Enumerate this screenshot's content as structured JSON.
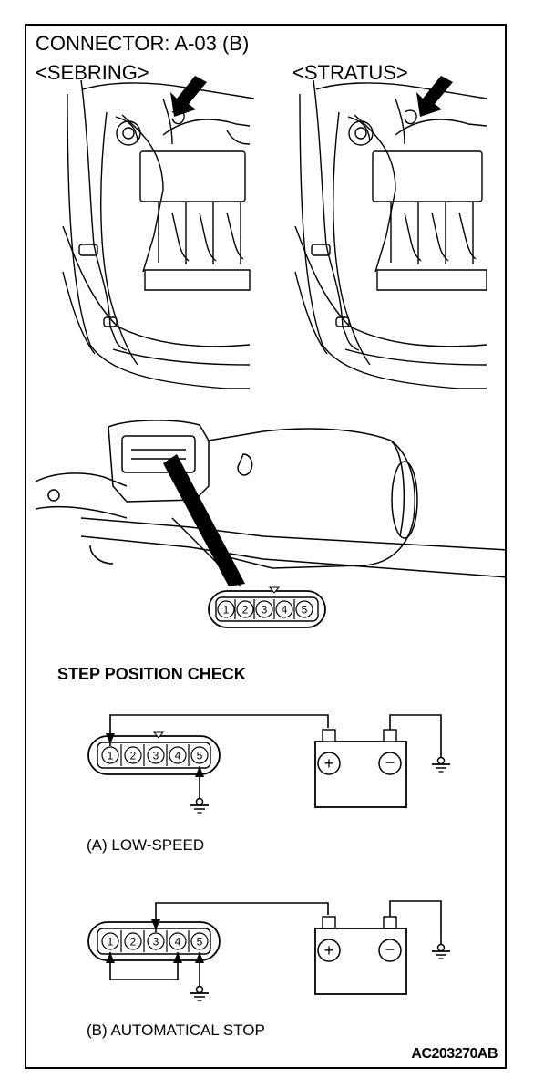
{
  "header": {
    "connector_title": "CONNECTOR: A-03 (B)",
    "left_view_label": "<SEBRING>",
    "right_view_label": "<STRATUS>"
  },
  "connector_pins": [
    "1",
    "2",
    "3",
    "4",
    "5"
  ],
  "step_check": {
    "title": "STEP POSITION CHECK",
    "case_a_caption": "(A) LOW-SPEED",
    "case_b_caption": "(B) AUTOMATICAL STOP"
  },
  "figure_code": "AC203270AB",
  "battery": {
    "positive_symbol": "+",
    "negative_symbol": "−"
  }
}
